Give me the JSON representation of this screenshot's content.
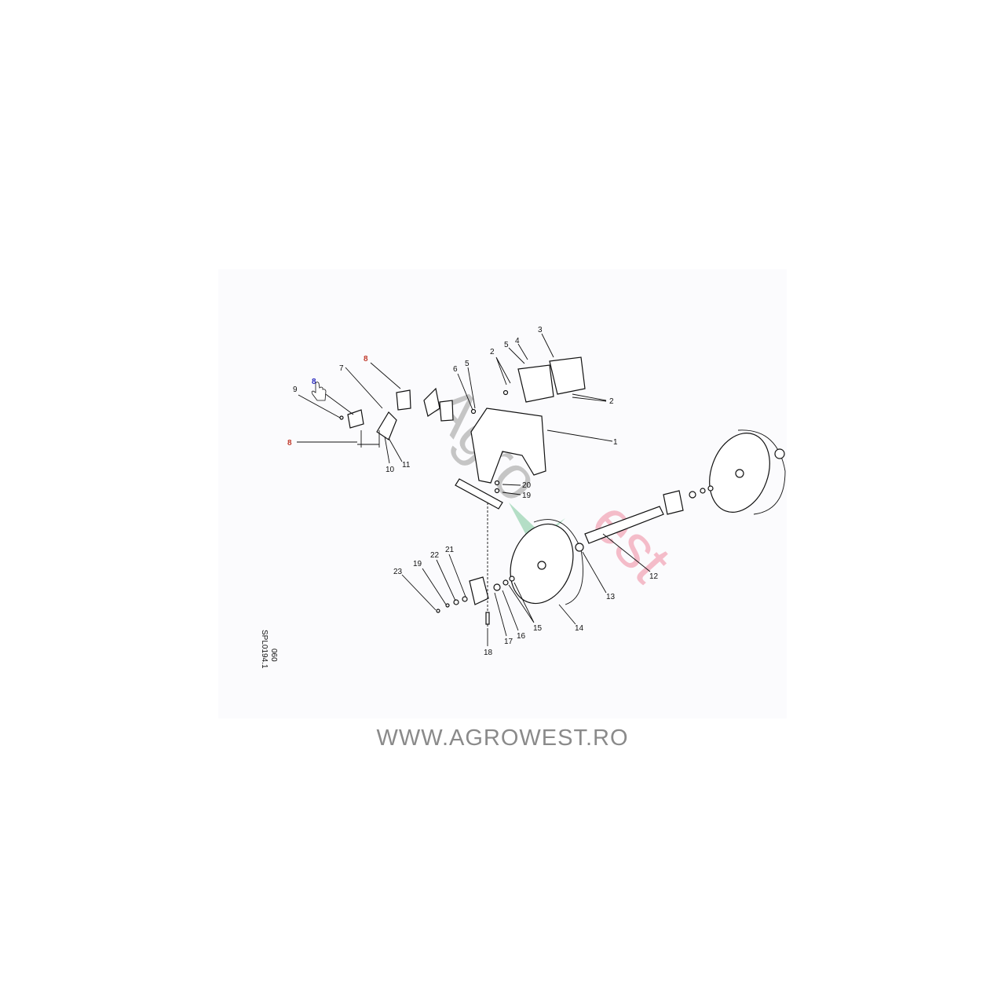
{
  "diagram": {
    "labels": {
      "l1": "1",
      "l2a": "2",
      "l2b": "2",
      "l3": "3",
      "l4": "4",
      "l5a": "5",
      "l5b": "5",
      "l6": "6",
      "l7": "7",
      "l9": "9",
      "l10": "10",
      "l11": "11",
      "l12": "12",
      "l13": "13",
      "l14": "14",
      "l15": "15",
      "l16": "16",
      "l17": "17",
      "l18": "18",
      "l19a": "19",
      "l19b": "19",
      "l20": "20",
      "l21": "21",
      "l22": "22",
      "l23": "23"
    },
    "hotspots": {
      "h8_red_top": "8",
      "h8_red_left": "8",
      "h8_blue": "8"
    },
    "hotspot_colors": {
      "red": "#c0392b",
      "blue": "#2b2bc0"
    },
    "code": "SPL0194.1",
    "page": "060",
    "watermark": "AgroWest"
  },
  "footer": {
    "url": "WWW.AGROWEST.RO"
  }
}
